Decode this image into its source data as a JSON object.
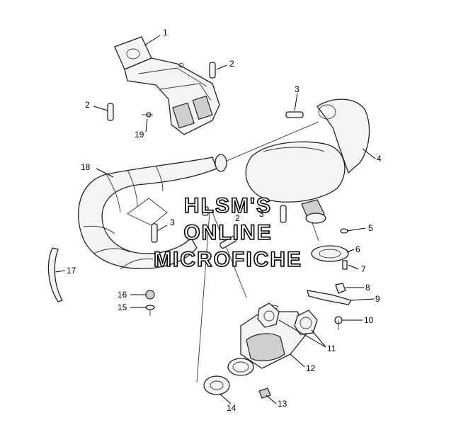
{
  "watermark": {
    "line1": "HLSM'S",
    "line2": "ONLINE",
    "line3": "MICROFICHE"
  },
  "callouts": [
    {
      "id": "c1",
      "label": "1"
    },
    {
      "id": "c2a",
      "label": "2"
    },
    {
      "id": "c2b",
      "label": "2"
    },
    {
      "id": "c2c",
      "label": "2"
    },
    {
      "id": "c3a",
      "label": "3"
    },
    {
      "id": "c3b",
      "label": "3"
    },
    {
      "id": "c3c",
      "label": "3"
    },
    {
      "id": "c4",
      "label": "4"
    },
    {
      "id": "c5",
      "label": "5"
    },
    {
      "id": "c6",
      "label": "6"
    },
    {
      "id": "c7",
      "label": "7"
    },
    {
      "id": "c8",
      "label": "8"
    },
    {
      "id": "c9",
      "label": "9"
    },
    {
      "id": "c10",
      "label": "10"
    },
    {
      "id": "c11",
      "label": "11"
    },
    {
      "id": "c12",
      "label": "12"
    },
    {
      "id": "c13",
      "label": "13"
    },
    {
      "id": "c14",
      "label": "14"
    },
    {
      "id": "c15",
      "label": "15"
    },
    {
      "id": "c16",
      "label": "16"
    },
    {
      "id": "c17",
      "label": "17"
    },
    {
      "id": "c18",
      "label": "18"
    },
    {
      "id": "c19",
      "label": "19"
    }
  ]
}
